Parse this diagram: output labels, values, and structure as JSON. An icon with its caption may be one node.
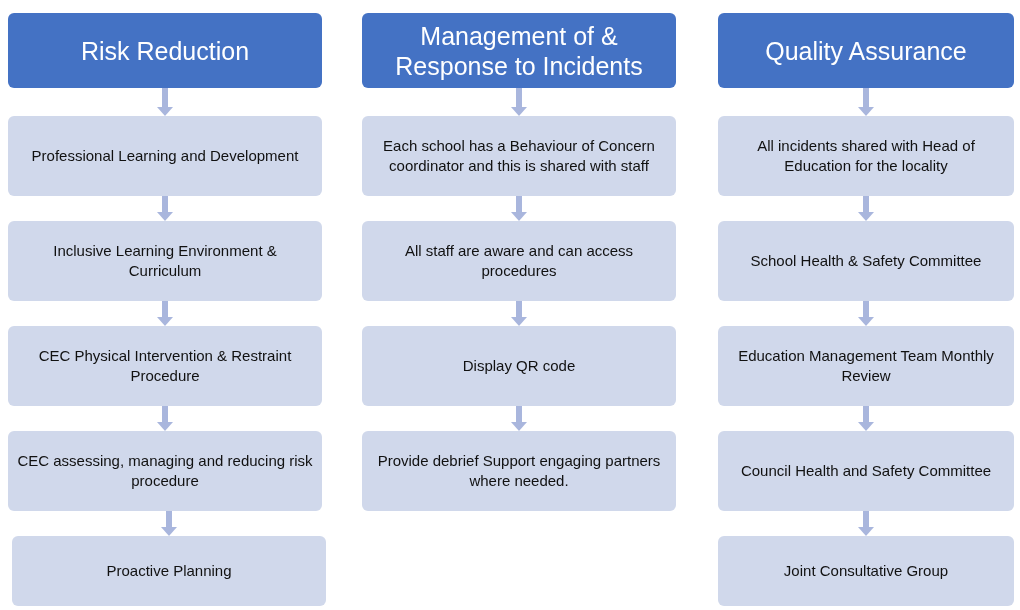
{
  "diagram": {
    "nodes": [
      {
        "text": [
          "Risk Reduction"
        ]
      },
      {
        "text": [
          "Professional Learning and Development"
        ]
      },
      {
        "text": [
          "Inclusive Learning Environment & Curriculum"
        ]
      },
      {
        "text": [
          "CEC Physical Intervention & Restraint Procedure"
        ]
      },
      {
        "text": [
          "CEC assessing, managing and reducing risk procedure"
        ]
      },
      {
        "text": [
          "Proactive Planning"
        ]
      },
      {
        "text": [
          "Management of & Response to Incidents"
        ]
      },
      {
        "text": [
          "Each school has a Behaviour of Concern coordinator and this is shared with staff"
        ]
      },
      {
        "text": [
          "All staff are aware and can access procedures"
        ]
      },
      {
        "text": [
          "Display QR code"
        ]
      },
      {
        "text": [
          "Provide debrief Support engaging partners where needed."
        ]
      },
      {
        "text": [
          "Quality Assurance"
        ]
      },
      {
        "text": [
          "All incidents shared with Head of Education for the locality"
        ]
      },
      {
        "text": [
          "School Health & Safety Committee"
        ]
      },
      {
        "text": [
          "Education Management Team Monthly Review"
        ]
      },
      {
        "text": [
          "Council Health and Safety Committee"
        ]
      },
      {
        "text": [
          "Joint Consultative Group"
        ]
      }
    ],
    "edges": [
      {
        "from": 0,
        "to": 1,
        "arrow": "to"
      },
      {
        "from": 1,
        "to": 2,
        "arrow": "to"
      },
      {
        "from": 2,
        "to": 3,
        "arrow": "to"
      },
      {
        "from": 3,
        "to": 4,
        "arrow": "to"
      },
      {
        "from": 4,
        "to": 5,
        "arrow": "to"
      },
      {
        "from": 6,
        "to": 7,
        "arrow": "to"
      },
      {
        "from": 7,
        "to": 8,
        "arrow": "to"
      },
      {
        "from": 8,
        "to": 9,
        "arrow": "to"
      },
      {
        "from": 9,
        "to": 10,
        "arrow": "to"
      },
      {
        "from": 11,
        "to": 12,
        "arrow": "to"
      },
      {
        "from": 12,
        "to": 13,
        "arrow": "to"
      },
      {
        "from": 13,
        "to": 14,
        "arrow": "to"
      },
      {
        "from": 14,
        "to": 15,
        "arrow": "to"
      },
      {
        "from": 15,
        "to": 16,
        "arrow": "to"
      }
    ]
  }
}
